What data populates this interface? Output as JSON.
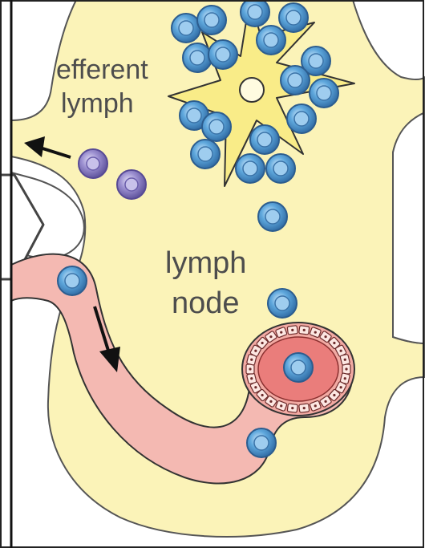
{
  "labels": {
    "efferent_line1": "efferent",
    "efferent_line2": "lymph",
    "node_line1": "lymph",
    "node_line2": "node"
  },
  "colors": {
    "node_fill": "#fbf3b8",
    "vessel_fill": "#f4b9b2",
    "venule_lumen": "#ea7d7b",
    "dendritic_cell": "#f9ec88",
    "lymphocyte_outer": "#2f5f96",
    "lymphocyte_mid": "#5ea7dc",
    "efferent_cell": "#8a7cc3",
    "arrow": "#111111",
    "border": "#222222"
  },
  "icons": {
    "dendritic": "star-shaped-cell-icon",
    "lymphocyte": "round-blue-cell-icon",
    "efferent_cell": "round-purple-cell-icon",
    "arrow": "arrow-icon"
  }
}
